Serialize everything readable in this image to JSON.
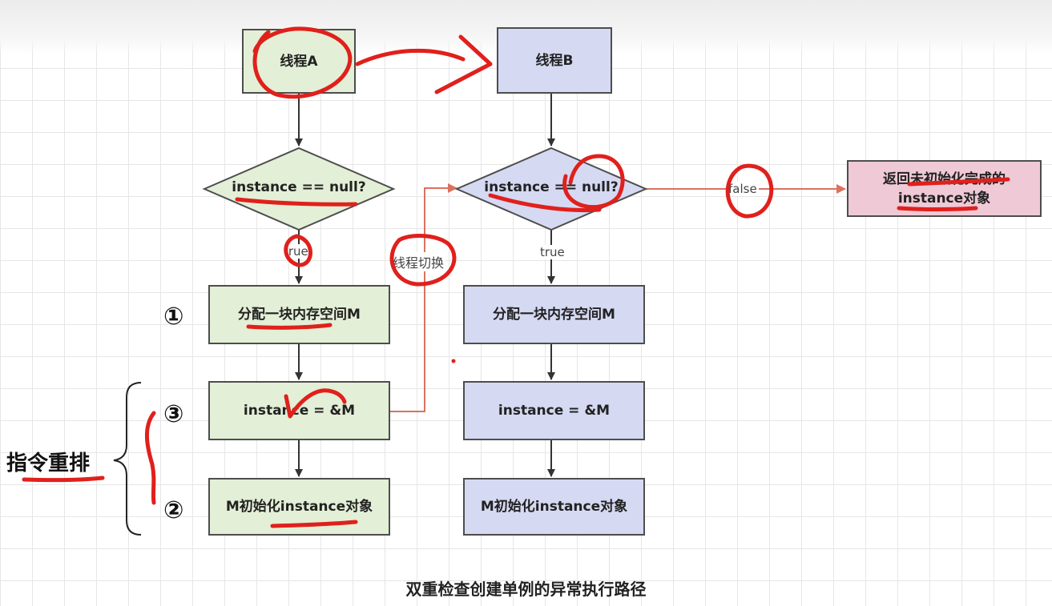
{
  "thread_a": {
    "title": "线程A",
    "check": "instance == null?",
    "true_label": "true",
    "step_alloc": "分配一块内存空间M",
    "step_assign": "instance = &M",
    "step_init": "M初始化instance对象"
  },
  "thread_b": {
    "title": "线程B",
    "check": "instance == null?",
    "true_label": "true",
    "false_label": "false",
    "step_alloc": "分配一块内存空间M",
    "step_assign": "instance = &M",
    "step_init": "M初始化instance对象"
  },
  "result_box": "返回未初始化完成的instance对象",
  "switch_label": "线程切换",
  "markers": {
    "one": "①",
    "three": "③",
    "two": "②"
  },
  "reorder_label": "指令重排",
  "caption": "双重检查创建单例的异常执行路径",
  "colors": {
    "thread_a_fill": "#e3efd6",
    "thread_b_fill": "#d5d9f2",
    "result_fill": "#f0c9d6",
    "switch_arrow": "#d9735f",
    "annotation_red": "#e0201c"
  }
}
